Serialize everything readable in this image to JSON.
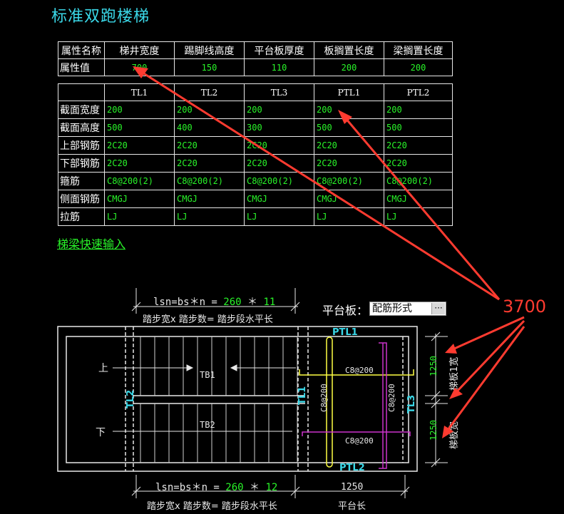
{
  "title": "标准双跑楼梯",
  "props": {
    "headers": [
      "属性名称",
      "梯井宽度",
      "踢脚线高度",
      "平台板厚度",
      "板搁置长度",
      "梁搁置长度"
    ],
    "row_label": "属性值",
    "values": [
      "700",
      "150",
      "110",
      "200",
      "200"
    ]
  },
  "beams": {
    "columns": [
      "TL1",
      "TL2",
      "TL3",
      "PTL1",
      "PTL2"
    ],
    "rows": [
      {
        "label": "截面宽度",
        "values": [
          "200",
          "200",
          "200",
          "200",
          "200"
        ]
      },
      {
        "label": "截面高度",
        "values": [
          "500",
          "400",
          "300",
          "500",
          "500"
        ]
      },
      {
        "label": "上部钢筋",
        "values": [
          "2C20",
          "2C20",
          "2C20",
          "2C20",
          "2C20"
        ]
      },
      {
        "label": "下部钢筋",
        "values": [
          "2C20",
          "2C20",
          "2C20",
          "2C20",
          "2C20"
        ]
      },
      {
        "label": "箍筋",
        "values": [
          "C8@200(2)",
          "C8@200(2)",
          "C8@200(2)",
          "C8@200(2)",
          "C8@200(2)"
        ]
      },
      {
        "label": "侧面钢筋",
        "values": [
          "CMGJ",
          "CMGJ",
          "CMGJ",
          "CMGJ",
          "CMGJ"
        ]
      },
      {
        "label": "拉筋",
        "values": [
          "LJ",
          "LJ",
          "LJ",
          "LJ",
          "LJ"
        ]
      }
    ]
  },
  "quick_input": "梯梁快速输入",
  "platform": {
    "label": "平台板：",
    "value": "配筋形式",
    "button": "···"
  },
  "drawing": {
    "top_formula_prefix": "lsn=bs＊n = ",
    "top_bs": "260",
    "top_star": " ＊ ",
    "top_n": "11",
    "top_caption": "踏步宽x 踏步数= 踏步段水平长",
    "bottom_formula_prefix": "lsn=bs＊n = ",
    "bottom_bs": "260",
    "bottom_star": " ＊ ",
    "bottom_n": "12",
    "bottom_caption": "踏步宽x 踏步数= 踏步段水平长",
    "platform_len": "1250",
    "platform_len_caption": "平台长",
    "up": "上",
    "down": "下",
    "tb1": "TB1",
    "tb2": "TB2",
    "tl1": "TL1",
    "tl2": "TL2",
    "tl3": "TL3",
    "ptl1": "PTL1",
    "ptl2": "PTL2",
    "rebar_h1": "C8@200",
    "rebar_h2": "C8@200",
    "rebar_v1": "C8@200",
    "rebar_v2": "C8@200",
    "dim_right_1": "1250",
    "dim_right_2": "1250",
    "board1_width": "梯板1宽",
    "board2_width": "梯板宽"
  },
  "annotation": {
    "value": "3700",
    "color": "#ff3b30"
  },
  "colors": {
    "cyan": "#3ad8e8",
    "green": "#29f529",
    "yellow": "#ffff44",
    "magenta": "#cc33cc",
    "red": "#ff3b30"
  }
}
